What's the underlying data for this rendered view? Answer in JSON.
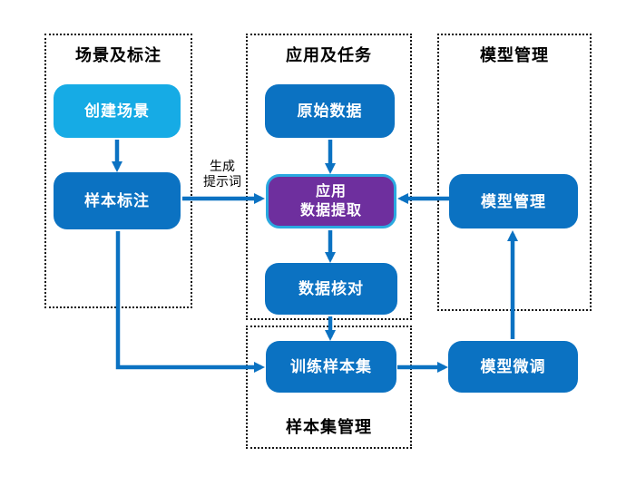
{
  "diagram": {
    "containers": [
      {
        "id": "scene-annotation",
        "title": "场景及标注"
      },
      {
        "id": "app-tasks",
        "title": "应用及任务"
      },
      {
        "id": "model-management",
        "title": "模型管理"
      },
      {
        "id": "sample-set-management",
        "title": "样本集管理"
      }
    ],
    "nodes": [
      {
        "id": "create-scene",
        "label": "创建场景",
        "color": "#16abe5"
      },
      {
        "id": "sample-annotation",
        "label": "样本标注",
        "color": "#0b72c2"
      },
      {
        "id": "raw-data",
        "label": "原始数据",
        "color": "#0b72c2"
      },
      {
        "id": "app-data-extract",
        "label": "应用\n数据提取",
        "color": "#6e2f9e"
      },
      {
        "id": "data-check",
        "label": "数据核对",
        "color": "#0b72c2"
      },
      {
        "id": "training-sample-set",
        "label": "训练样本集",
        "color": "#0b72c2"
      },
      {
        "id": "model-finetune",
        "label": "模型微调",
        "color": "#0b72c2"
      },
      {
        "id": "model-management-node",
        "label": "模型管理",
        "color": "#0b72c2"
      }
    ],
    "edges": [
      {
        "from": "create-scene",
        "to": "sample-annotation"
      },
      {
        "from": "sample-annotation",
        "to": "app-data-extract",
        "label": "生成\n提示词"
      },
      {
        "from": "raw-data",
        "to": "app-data-extract"
      },
      {
        "from": "app-data-extract",
        "to": "data-check"
      },
      {
        "from": "data-check",
        "to": "training-sample-set"
      },
      {
        "from": "sample-annotation",
        "to": "training-sample-set"
      },
      {
        "from": "training-sample-set",
        "to": "model-finetune"
      },
      {
        "from": "model-finetune",
        "to": "model-management-node"
      },
      {
        "from": "model-management-node",
        "to": "app-data-extract"
      }
    ],
    "edge_label": "生成\n提示词",
    "colors": {
      "dark_blue": "#0b72c2",
      "light_blue": "#16abe5",
      "purple": "#6e2f9e",
      "purple_border": "#2aa9e0",
      "arrow": "#0b72c2",
      "container_border": "#141414",
      "title_text": "#000000",
      "node_text": "#ffffff"
    }
  }
}
